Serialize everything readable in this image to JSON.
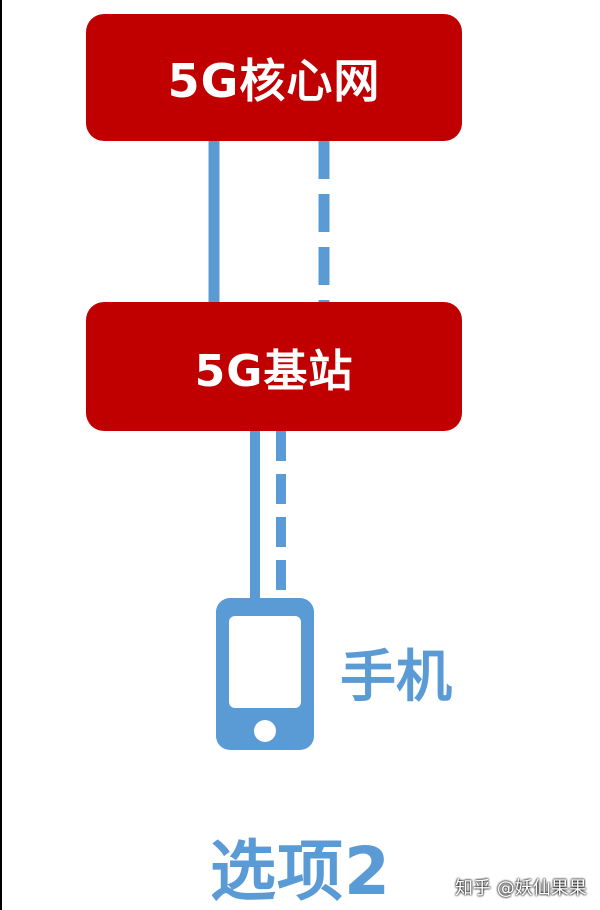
{
  "nodes": {
    "core_network": "5G核心网",
    "base_station": "5G基站",
    "phone": "手机"
  },
  "option_label": "选项2",
  "watermark": "知乎 @妖仙果果",
  "colors": {
    "node_fill": "#c00000",
    "node_text": "#ffffff",
    "link": "#5b9bd5",
    "label": "#5b9bd5"
  },
  "links": [
    {
      "from": "5G核心网",
      "to": "5G基站",
      "style": "solid"
    },
    {
      "from": "5G核心网",
      "to": "5G基站",
      "style": "dashed"
    },
    {
      "from": "5G基站",
      "to": "手机",
      "style": "solid"
    },
    {
      "from": "5G基站",
      "to": "手机",
      "style": "dashed"
    }
  ],
  "icons": {
    "phone": "mobile-phone-icon"
  }
}
